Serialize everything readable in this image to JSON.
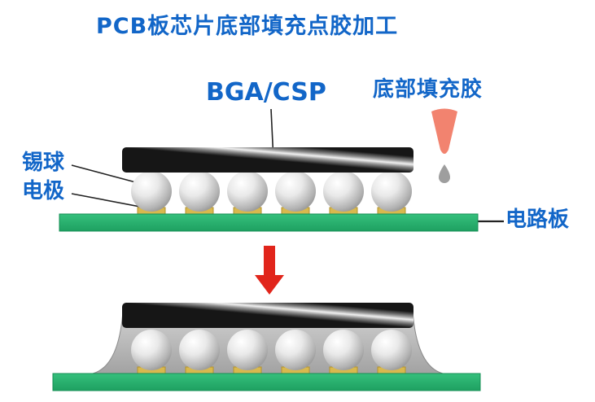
{
  "title": "PCB板芯片底部填充点胶加工",
  "labels": {
    "chip": "BGA/CSP",
    "underfill_glue": "底部填充胶",
    "solder_ball": "锡球",
    "electrode": "电极",
    "circuit_board": "电路板"
  },
  "diagram": {
    "type": "process-diagram",
    "subject": "BGA/CSP chip underfill dispensing on PCB",
    "steps": [
      "Before: BGA/CSP chip mounted on circuit board via solder balls on electrodes, dispenser applies underfill adhesive droplet",
      "After: underfill adhesive fills under chip forming fillets around solder balls"
    ],
    "solder_ball_count_per_view": 6
  },
  "colors": {
    "label_text": "#1266c8",
    "chip_body": "#161616",
    "chip_highlight": "#f0f0f0",
    "pcb_green": "#27b36e",
    "pad_gold": "#d8b84e",
    "solder_ball_gray": "#b9b9b9",
    "underfill_gray": "#bdbdbd",
    "dispenser_pink": "#f2836f",
    "droplet_gray": "#9e9e9e",
    "arrow_red": "#e1251b",
    "leader_line": "#222222"
  }
}
